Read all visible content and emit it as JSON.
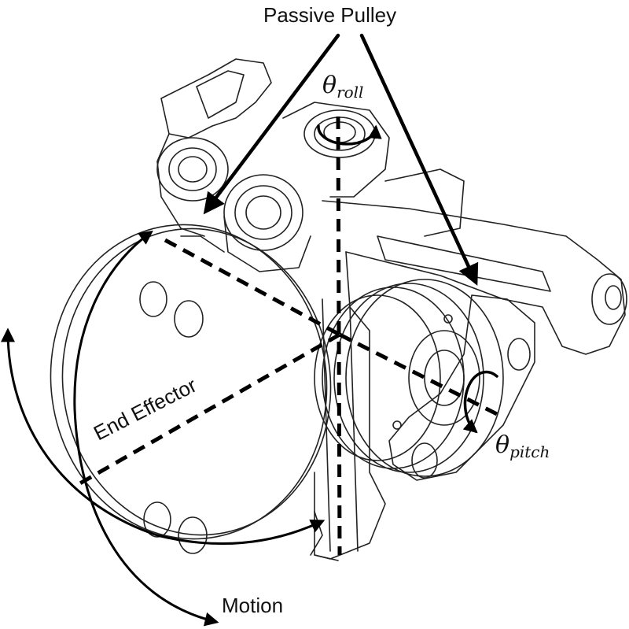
{
  "labels": {
    "passive_pulley": "Passive Pulley",
    "theta_roll_symbol": "θ",
    "theta_roll_sub": "roll",
    "theta_pitch_symbol": "θ",
    "theta_pitch_sub": "pitch",
    "end_effector": "End Effector",
    "motion": "Motion"
  },
  "colors": {
    "ink": "#000000",
    "background": "#ffffff"
  }
}
